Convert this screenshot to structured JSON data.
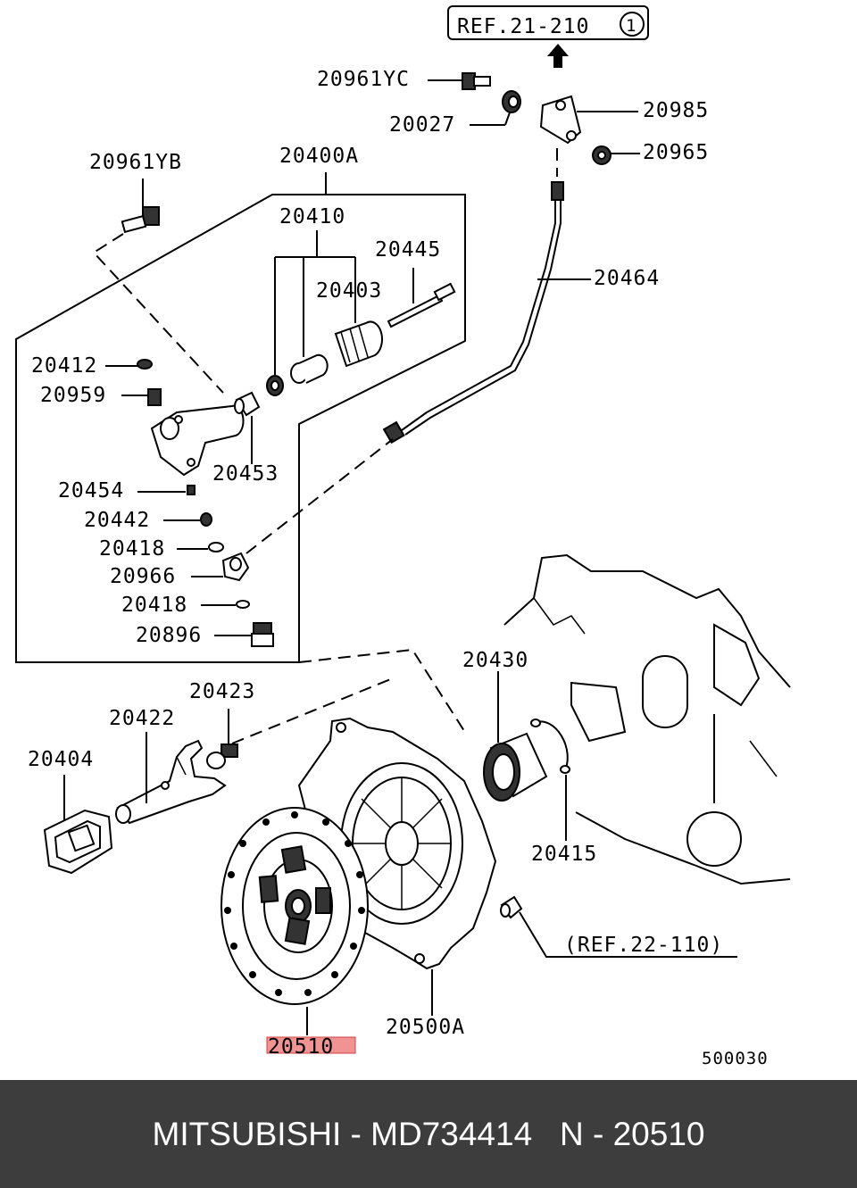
{
  "diagram": {
    "ref_top": "REF.21-210",
    "ref_top_circle": "1",
    "ref_bottom": "(REF.22-110)",
    "figure_code": "500030",
    "labels": {
      "p20961YC": "20961YC",
      "p20027": "20027",
      "p20985": "20985",
      "p20965": "20965",
      "p20961YB": "20961YB",
      "p20400A": "20400A",
      "p20410": "20410",
      "p20445": "20445",
      "p20403": "20403",
      "p20464": "20464",
      "p20412": "20412",
      "p20959": "20959",
      "p20453": "20453",
      "p20454": "20454",
      "p20442": "20442",
      "p20418a": "20418",
      "p20966": "20966",
      "p20418b": "20418",
      "p20896": "20896",
      "p20430": "20430",
      "p20423": "20423",
      "p20422": "20422",
      "p20404": "20404",
      "p20415": "20415",
      "p20500A": "20500A",
      "p20510": "20510"
    },
    "highlight_color": "#f08080"
  },
  "footer": {
    "caption": "MITSUBISHI - MD734414   N - 20510"
  }
}
